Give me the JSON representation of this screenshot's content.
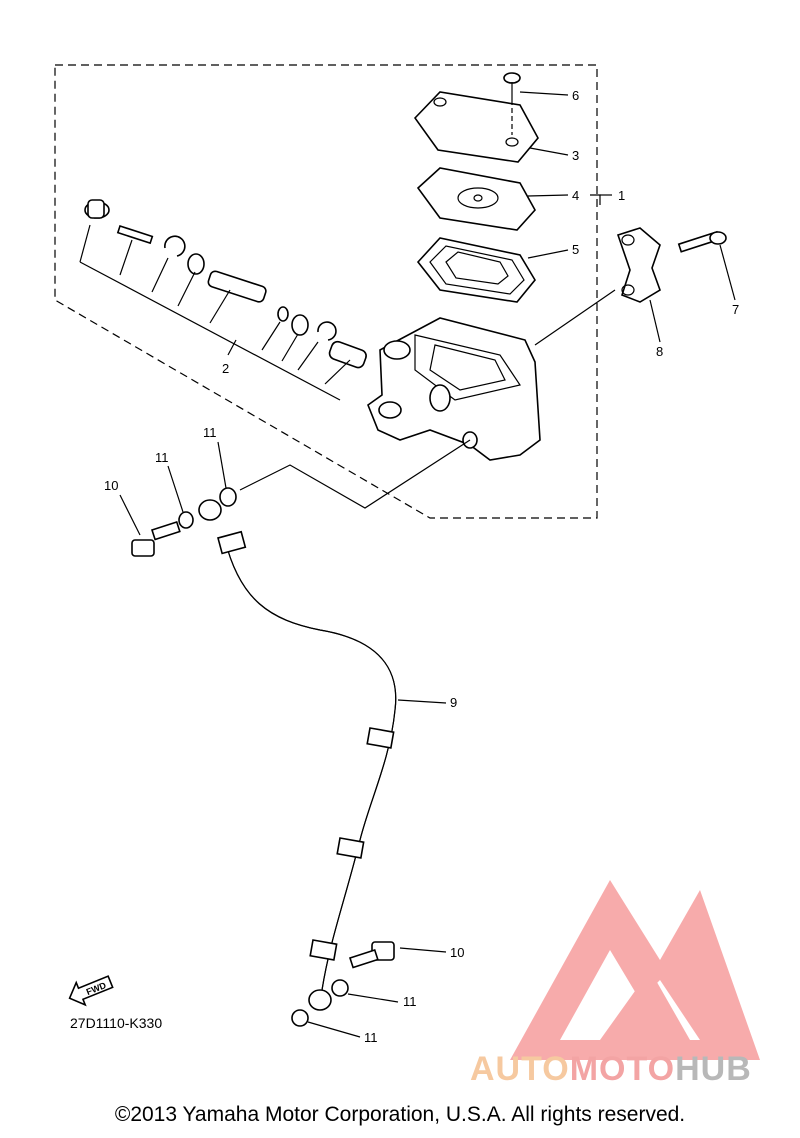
{
  "callouts": [
    "1",
    "2",
    "3",
    "4",
    "5",
    "6",
    "7",
    "8",
    "9",
    "10",
    "10",
    "11",
    "11",
    "11",
    "11"
  ],
  "diagram_code": "27D1110-K330",
  "fwd_label": "FWD",
  "copyright": "©2013 Yamaha Motor Corporation, U.S.A. All rights reserved.",
  "watermark": {
    "part1": "AUTO",
    "part2": "MOTO",
    "part3": "HUB",
    "colors": {
      "auto": "#f6c9a0",
      "moto": "#f3a4a4",
      "hub": "#b8b8b8",
      "logo": "#f7a3a3"
    }
  }
}
